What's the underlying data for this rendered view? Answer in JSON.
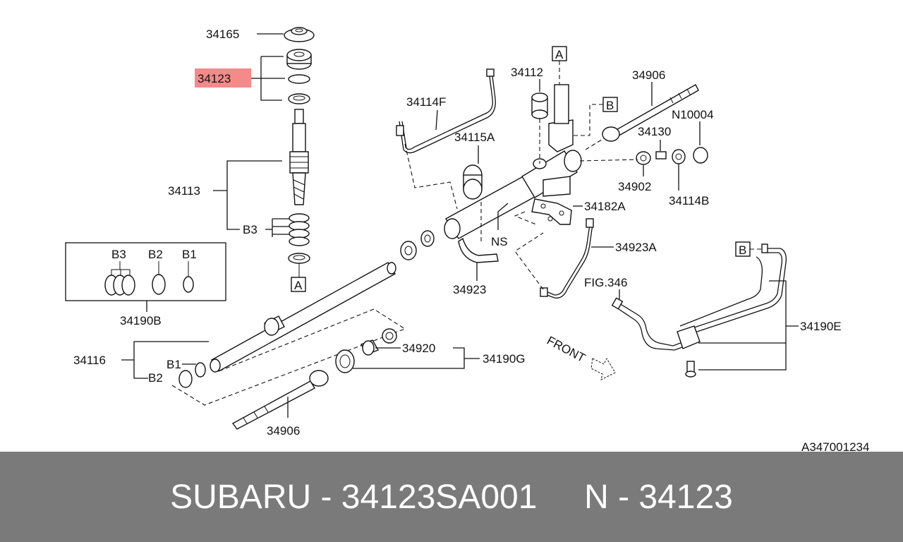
{
  "diagram": {
    "parts": [
      {
        "id": "p-34165",
        "label": "34165"
      },
      {
        "id": "p-34123",
        "label": "34123",
        "highlighted": true
      },
      {
        "id": "p-34113",
        "label": "34113"
      },
      {
        "id": "p-b3-shaft",
        "label": "B3"
      },
      {
        "id": "p-34190b",
        "label": "34190B"
      },
      {
        "id": "p-kit-b3",
        "label": "B3"
      },
      {
        "id": "p-kit-b2",
        "label": "B2"
      },
      {
        "id": "p-kit-b1",
        "label": "B1"
      },
      {
        "id": "p-34116",
        "label": "34116"
      },
      {
        "id": "p-b1-lower",
        "label": "B1"
      },
      {
        "id": "p-b2-lower",
        "label": "B2"
      },
      {
        "id": "p-34920",
        "label": "34920"
      },
      {
        "id": "p-34190g",
        "label": "34190G"
      },
      {
        "id": "p-34906-lower",
        "label": "34906"
      },
      {
        "id": "p-34923",
        "label": "34923"
      },
      {
        "id": "p-ns",
        "label": "NS"
      },
      {
        "id": "p-34115a",
        "label": "34115A"
      },
      {
        "id": "p-34114f",
        "label": "34114F"
      },
      {
        "id": "p-34112",
        "label": "34112"
      },
      {
        "id": "p-34906-upper",
        "label": "34906"
      },
      {
        "id": "p-n10004",
        "label": "N10004"
      },
      {
        "id": "p-34130",
        "label": "34130"
      },
      {
        "id": "p-34902",
        "label": "34902"
      },
      {
        "id": "p-34182a",
        "label": "34182A"
      },
      {
        "id": "p-34923a",
        "label": "34923A"
      },
      {
        "id": "p-34114b",
        "label": "34114B"
      },
      {
        "id": "p-fig346",
        "label": "FIG.346"
      },
      {
        "id": "p-34190e",
        "label": "34190E"
      },
      {
        "id": "p-front",
        "label": "FRONT"
      }
    ],
    "ref_boxes": [
      {
        "id": "ref-a-shaft",
        "label": "A"
      },
      {
        "id": "ref-a-housing",
        "label": "A"
      },
      {
        "id": "ref-b-housing",
        "label": "B"
      },
      {
        "id": "ref-b-pipe",
        "label": "B"
      }
    ],
    "diagram_code": "A347001234",
    "highlight_color": "#f48a8a"
  },
  "footer": {
    "title": "SUBARU - 34123SA001     N - 34123",
    "background": "#7a7a7a",
    "text_color": "#ffffff"
  }
}
